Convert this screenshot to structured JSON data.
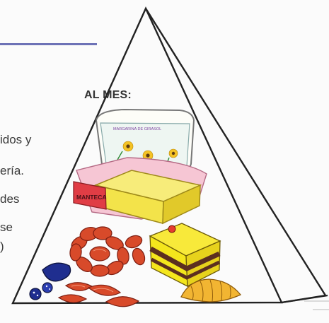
{
  "header": {
    "title": "AL MES:"
  },
  "body_text": {
    "lines": [
      "idos y",
      "ería.",
      "des",
      "se",
      ")"
    ]
  },
  "pyramid": {
    "labels": {
      "margarine_tub": "MARGARINA DE GIRASOL",
      "butter_wrapper": "MANTECA"
    },
    "icons": [
      "margarine-tub-icon",
      "butter-block-icon",
      "sausage-links-icon",
      "blood-sausage-icon",
      "layer-cake-slice-icon",
      "croissant-icon"
    ]
  },
  "colors": {
    "rule": "#6d72b6",
    "ink": "#333333",
    "pyramid_stroke": "#222222",
    "sausage": "#d84a2a",
    "butter": "#f3e34a",
    "wrapper": "#ef9fb8",
    "cake": "#f4e61c",
    "chocolate": "#5b2f20",
    "blood_sausage": "#1f2e8f",
    "flower": "#f4c325"
  }
}
